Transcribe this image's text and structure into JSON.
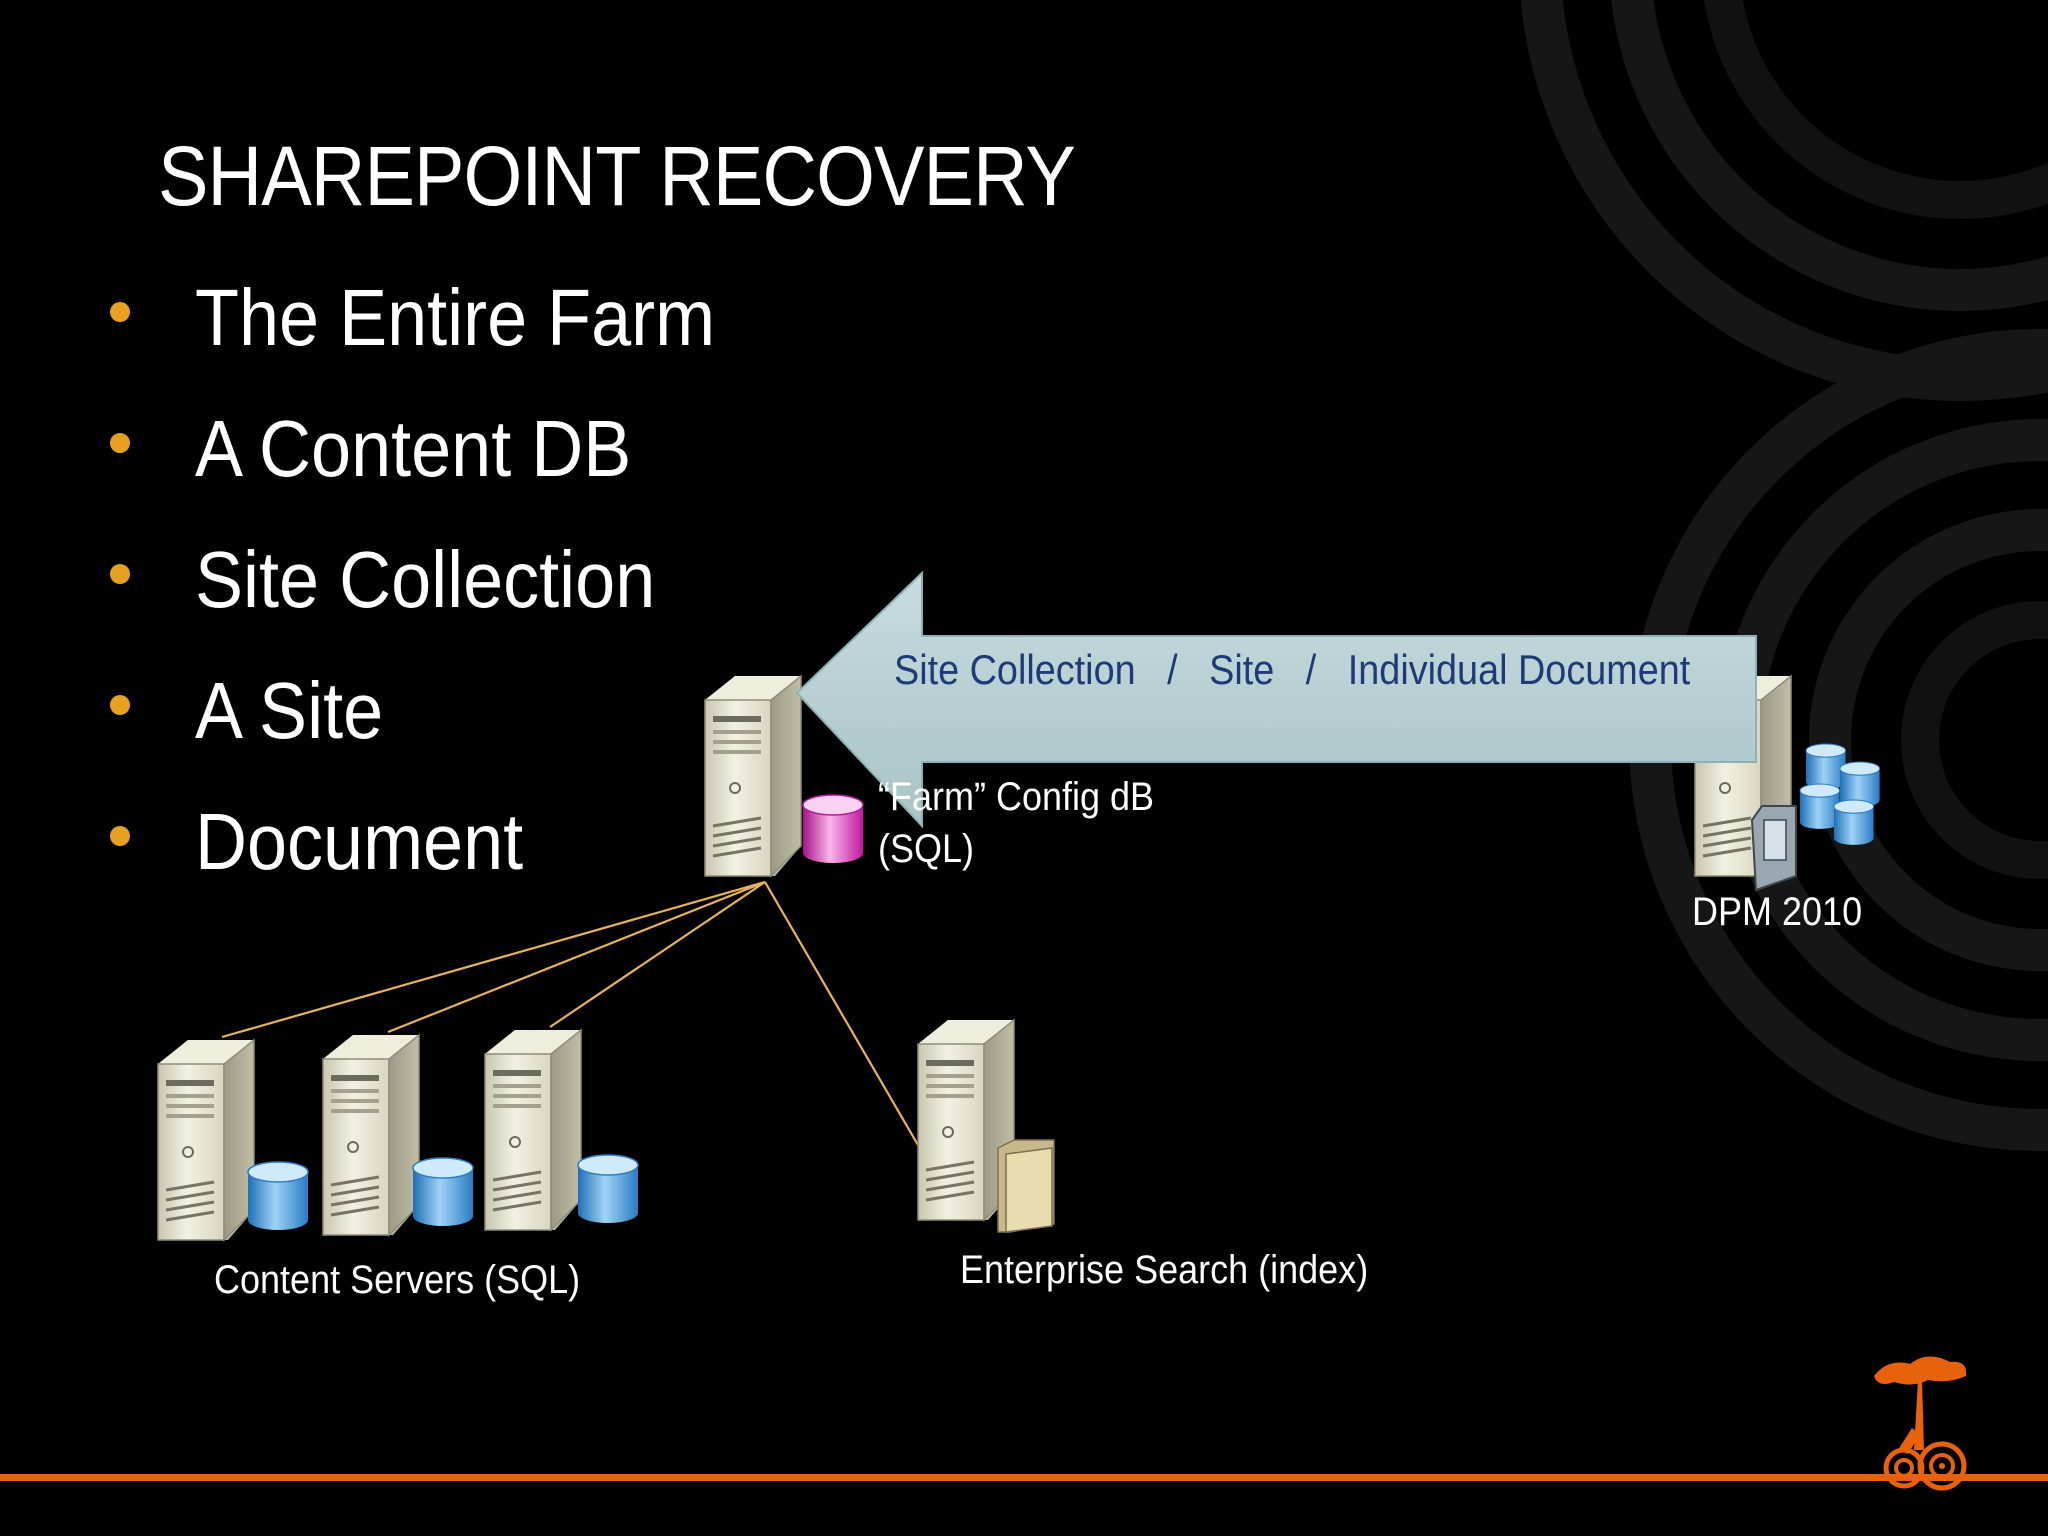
{
  "title": "SHAREPOINT RECOVERY",
  "bullets": [
    {
      "label": "The Entire Farm"
    },
    {
      "label": "A Content DB"
    },
    {
      "label": "Site Collection"
    },
    {
      "label": "A Site"
    },
    {
      "label": "Document"
    }
  ],
  "arrow": {
    "label": "Site Collection   /   Site   /   Individual Document"
  },
  "nodes": {
    "farm_config": {
      "line1": "“Farm” Config dB",
      "line2": "(SQL)"
    },
    "dpm": {
      "label": "DPM 2010"
    },
    "content_servers": {
      "label": "Content Servers  (SQL)"
    },
    "enterprise_search": {
      "label": "Enterprise Search (index)"
    }
  },
  "icons": {
    "server": "server-icon",
    "database": "database-icon",
    "folder": "folder-icon",
    "tape": "tape-icon",
    "logo": "tree-logo-icon"
  },
  "colors": {
    "background": "#000000",
    "bullet": "#e8a020",
    "accent": "#e8620c",
    "connector": "#e6b25a",
    "arrow_fill": "#b7cfd2",
    "arrow_text": "#1f3a78",
    "farm_db": "#d21bb0",
    "content_db": "#3d8fd6"
  }
}
